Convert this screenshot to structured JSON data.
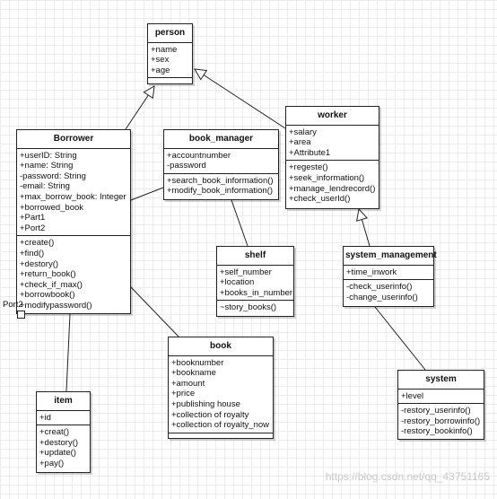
{
  "classes": {
    "person": {
      "name": "person",
      "attributes": [
        "+name",
        "+sex",
        "+age"
      ],
      "methods": []
    },
    "borrower": {
      "name": "Borrower",
      "attributes": [
        "+userID: String",
        "+name: String",
        "-password: String",
        "-email: String",
        "+max_borrow_book: Integer",
        "+borrowed_book",
        "+Part1",
        "+Port2"
      ],
      "methods": [
        "+create()",
        "+find()",
        "+destory()",
        "+return_book()",
        "+check_if_max()",
        "+borrowbook()",
        "+modifypassword()"
      ]
    },
    "book_manager": {
      "name": "book_manager",
      "attributes": [
        "+accountnumber",
        "-password"
      ],
      "methods": [
        "+search_book_information()",
        "+modify_book_information()"
      ]
    },
    "worker": {
      "name": "worker",
      "attributes": [
        "+salary",
        "+area",
        "+Attribute1"
      ],
      "methods": [
        "+regeste()",
        "+seek_information()",
        "+manage_lendrecord()",
        "+check_userId()"
      ]
    },
    "shelf": {
      "name": "shelf",
      "attributes": [
        "+self_number",
        "+location",
        "+books_in_number"
      ],
      "methods": [
        "~story_books()"
      ]
    },
    "system_management": {
      "name": "system_management",
      "attributes": [
        "+time_inwork"
      ],
      "methods": [
        "-check_userinfo()",
        "-change_userinfo()"
      ]
    },
    "book": {
      "name": "book",
      "attributes": [
        "+booknumber",
        "+bookname",
        "+amount",
        "+price",
        "+publishing house",
        "+collection of royalty",
        "+collection of royalty_now"
      ],
      "methods": []
    },
    "item": {
      "name": "item",
      "attributes": [
        "+id"
      ],
      "methods": [
        "+creat()",
        "+destory()",
        "+update()",
        "+pay()"
      ]
    },
    "system": {
      "name": "system",
      "attributes": [
        "+level"
      ],
      "methods": [
        "-restory_userinfo()",
        "-restory_borrowinfo()",
        "-restory_bookinfo()"
      ]
    }
  },
  "port_label": "Port2",
  "watermark": "https://blog.csdn.net/qq_43751165",
  "relations": [
    {
      "from": "borrower",
      "to": "person",
      "type": "generalization"
    },
    {
      "from": "worker",
      "to": "person",
      "type": "generalization"
    },
    {
      "from": "system_management",
      "to": "worker",
      "type": "generalization"
    },
    {
      "from": "borrower",
      "to": "book_manager",
      "type": "association"
    },
    {
      "from": "book_manager",
      "to": "shelf",
      "type": "association"
    },
    {
      "from": "borrower",
      "to": "book",
      "type": "association"
    },
    {
      "from": "borrower",
      "to": "item",
      "type": "association"
    },
    {
      "from": "system_management",
      "to": "system",
      "type": "association"
    }
  ],
  "colors": {
    "line": "#222222",
    "grid": "#ececec",
    "box_fill": "#ffffff",
    "watermark": "#c9c9c9"
  }
}
